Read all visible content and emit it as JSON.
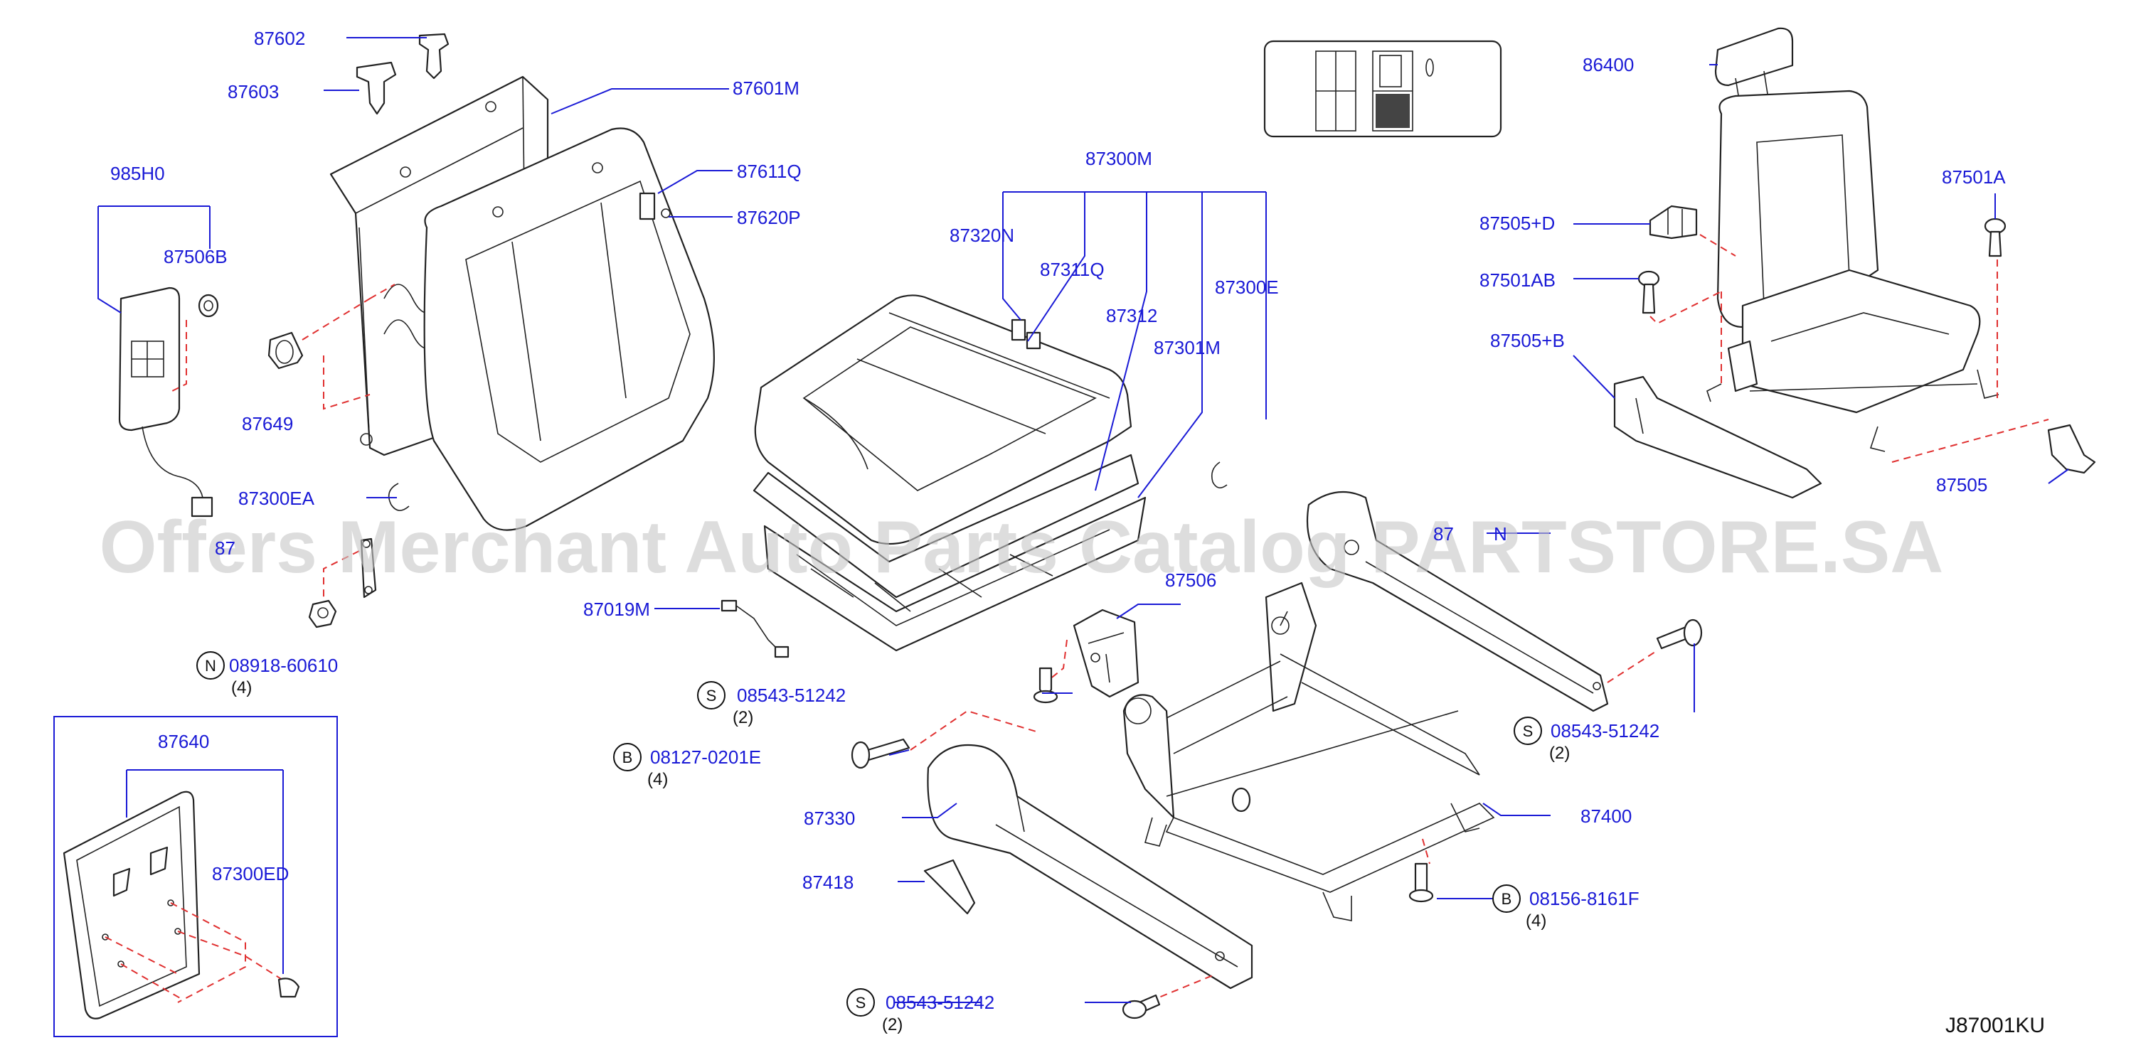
{
  "watermark": "Offers Merchant Auto Parts Catalog PARTSTORE.SA",
  "diagram_code": "J87001KU",
  "colors": {
    "label": "#1a1ad6",
    "dashed_guide": "#e03030",
    "line_art": "#222222"
  },
  "labels": {
    "p87602": "87602",
    "p87603": "87603",
    "p87601M": "87601M",
    "p985H0": "985H0",
    "p87506B": "87506B",
    "p87649": "87649",
    "p87611Q": "87611Q",
    "p87620P": "87620P",
    "p87300M": "87300M",
    "p87320N": "87320N",
    "p87311Q": "87311Q",
    "p87312": "87312",
    "p87300E": "87300E",
    "p87301M": "87301M",
    "p87300EA": "87300EA",
    "p873M_partial": "87",
    "p87019M": "87019M",
    "p87506": "87506",
    "p87331N_partial_a": "87",
    "p87331N_partial_b": "N",
    "p87640": "87640",
    "p87300ED": "87300ED",
    "p87330": "87330",
    "p87418": "87418",
    "p87400": "87400",
    "p86400": "86400",
    "p87501A": "87501A",
    "p87505D": "87505+D",
    "p87501AB": "87501AB",
    "p87505B": "87505+B",
    "p87505": "87505"
  },
  "fasteners": [
    {
      "symbol": "N",
      "code": "08918-60610",
      "qty": "(4)"
    },
    {
      "symbol": "S",
      "code": "08543-51242",
      "qty": "(2)"
    },
    {
      "symbol": "B",
      "code": "08127-0201E",
      "qty": "(4)"
    },
    {
      "symbol": "S",
      "code": "08543-51242",
      "qty": "(2)"
    },
    {
      "symbol": "B",
      "code": "08156-8161F",
      "qty": "(4)"
    },
    {
      "symbol": "S",
      "code": "08543-51242",
      "qty": "(2)"
    }
  ]
}
